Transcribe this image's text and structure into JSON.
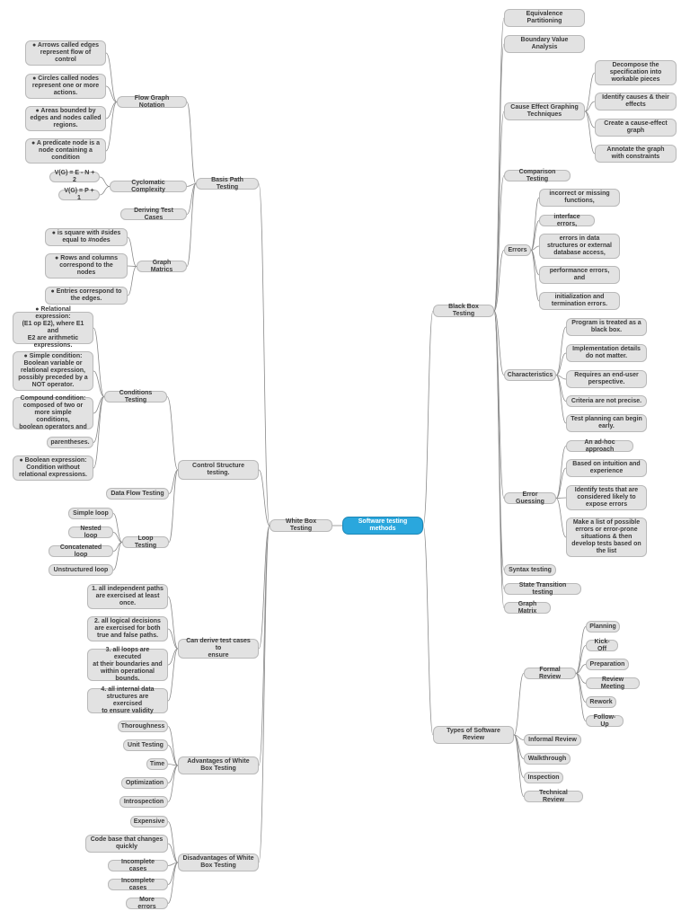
{
  "root": "Software testing\nmethods",
  "white_box": {
    "label": "White Box Testing",
    "basis_path": {
      "label": "Basis Path Testing",
      "flow_graph": {
        "label": "Flow Graph Notation",
        "items": [
          "● Arrows called edges\nrepresent flow of\ncontrol",
          "● Circles called nodes\nrepresent one or more\nactions.",
          "● Areas bounded by\nedges and nodes called\nregions.",
          "● A predicate node is a\nnode containing a\ncondition"
        ]
      },
      "cyclomatic": {
        "label": "Cyclomatic Complexity",
        "items": [
          "V(G) = E - N + 2",
          "V(G) = P + 1"
        ]
      },
      "deriving": "Deriving Test Cases",
      "graph_matrics": {
        "label": "Graph Matrics",
        "items": [
          "● is square with #sides\nequal to #nodes",
          "● Rows and columns\ncorrespond to the\nnodes",
          "● Entries correspond to\nthe edges."
        ]
      }
    },
    "control_structure": {
      "label": "Control Structure\ntesting.",
      "conditions": {
        "label": "Conditions Testing",
        "items": [
          "● Relational expression:\n(E1 op E2), where E1 and\nE2 are arithmetic\nexpressions.",
          "● Simple condition:\nBoolean variable or\nrelational expression,\npossibly preceded by a\nNOT operator.",
          "Compound condition:\ncomposed of two or\nmore simple conditions,\nboolean operators and",
          "parentheses.",
          "● Boolean expression:\nCondition without\nrelational expressions."
        ]
      },
      "data_flow": "Data Flow Testing",
      "loop": {
        "label": "Loop Testing",
        "items": [
          "Simple loop",
          "Nested loop",
          "Concatenated loop",
          "Unstructured loop"
        ]
      }
    },
    "derive": {
      "label": "Can derive test cases to\nensure",
      "items": [
        "1. all independent paths\nare exercised at least\nonce.",
        "2. all logical decisions\nare exercised for both\ntrue and false paths.",
        "3. all loops are executed\nat their boundaries and\nwithin operational\nbounds.",
        "4. all internal data\nstructures are exercised\nto ensure validity"
      ]
    },
    "advantages": {
      "label": "Advantages of White\nBox Testing",
      "items": [
        "Thoroughness",
        "Unit Testing",
        "Time",
        "Optimization",
        "Introspection"
      ]
    },
    "disadvantages": {
      "label": "Disadvantages of White\nBox Testing",
      "items": [
        "Expensive",
        "Code base that changes\nquickly",
        "Incomplete cases",
        "Incomplete cases",
        "More errors"
      ]
    }
  },
  "black_box": {
    "label": "Black Box Testing",
    "equivalence": "Equivalence\nPartitioning",
    "boundary": "Boundary Value\nAnalysis",
    "cause_effect": {
      "label": "Cause Effect Graphing\nTechniques",
      "items": [
        "Decompose the\nspecification into\nworkable pieces",
        "Identify causes & their\neffects",
        "Create a cause-effect\ngraph",
        "Annotate the graph\nwith constraints"
      ]
    },
    "comparison": "Comparison Testing",
    "errors": {
      "label": "Errors",
      "items": [
        "incorrect or missing\nfunctions,",
        "interface errors,",
        "errors in data\nstructures or external\ndatabase access,",
        "performance errors,\nand",
        "initialization and\ntermination errors."
      ]
    },
    "characteristics": {
      "label": "Characteristics",
      "items": [
        "Program is treated as a\nblack box.",
        "Implementation details\ndo not matter.",
        "Requires an end-user\nperspective.",
        "Criteria are not precise.",
        "Test planning can begin\nearly."
      ]
    },
    "error_guessing": {
      "label": "Error Guessing",
      "items": [
        "An ad-hoc approach",
        "Based on intuition and\nexperience",
        "Identify tests that are\nconsidered likely to\nexpose errors",
        "Make a list of possible\nerrors or error-prone\nsituations & then\ndevelop tests based on\nthe list"
      ]
    },
    "syntax": "Syntax testing",
    "state_transition": "State Transition testing",
    "graph_matrix": "Graph Matrix"
  },
  "review": {
    "label": "Types of Software\nReview",
    "formal": {
      "label": "Formal Review",
      "items": [
        "Planning",
        "Kick-Off",
        "Preparation",
        "Review Meeting",
        "Rework",
        "Follow-Up"
      ]
    },
    "informal": "Informal Review",
    "walkthrough": "Walkthrough",
    "inspection": "Inspection",
    "technical": "Technical Review"
  }
}
